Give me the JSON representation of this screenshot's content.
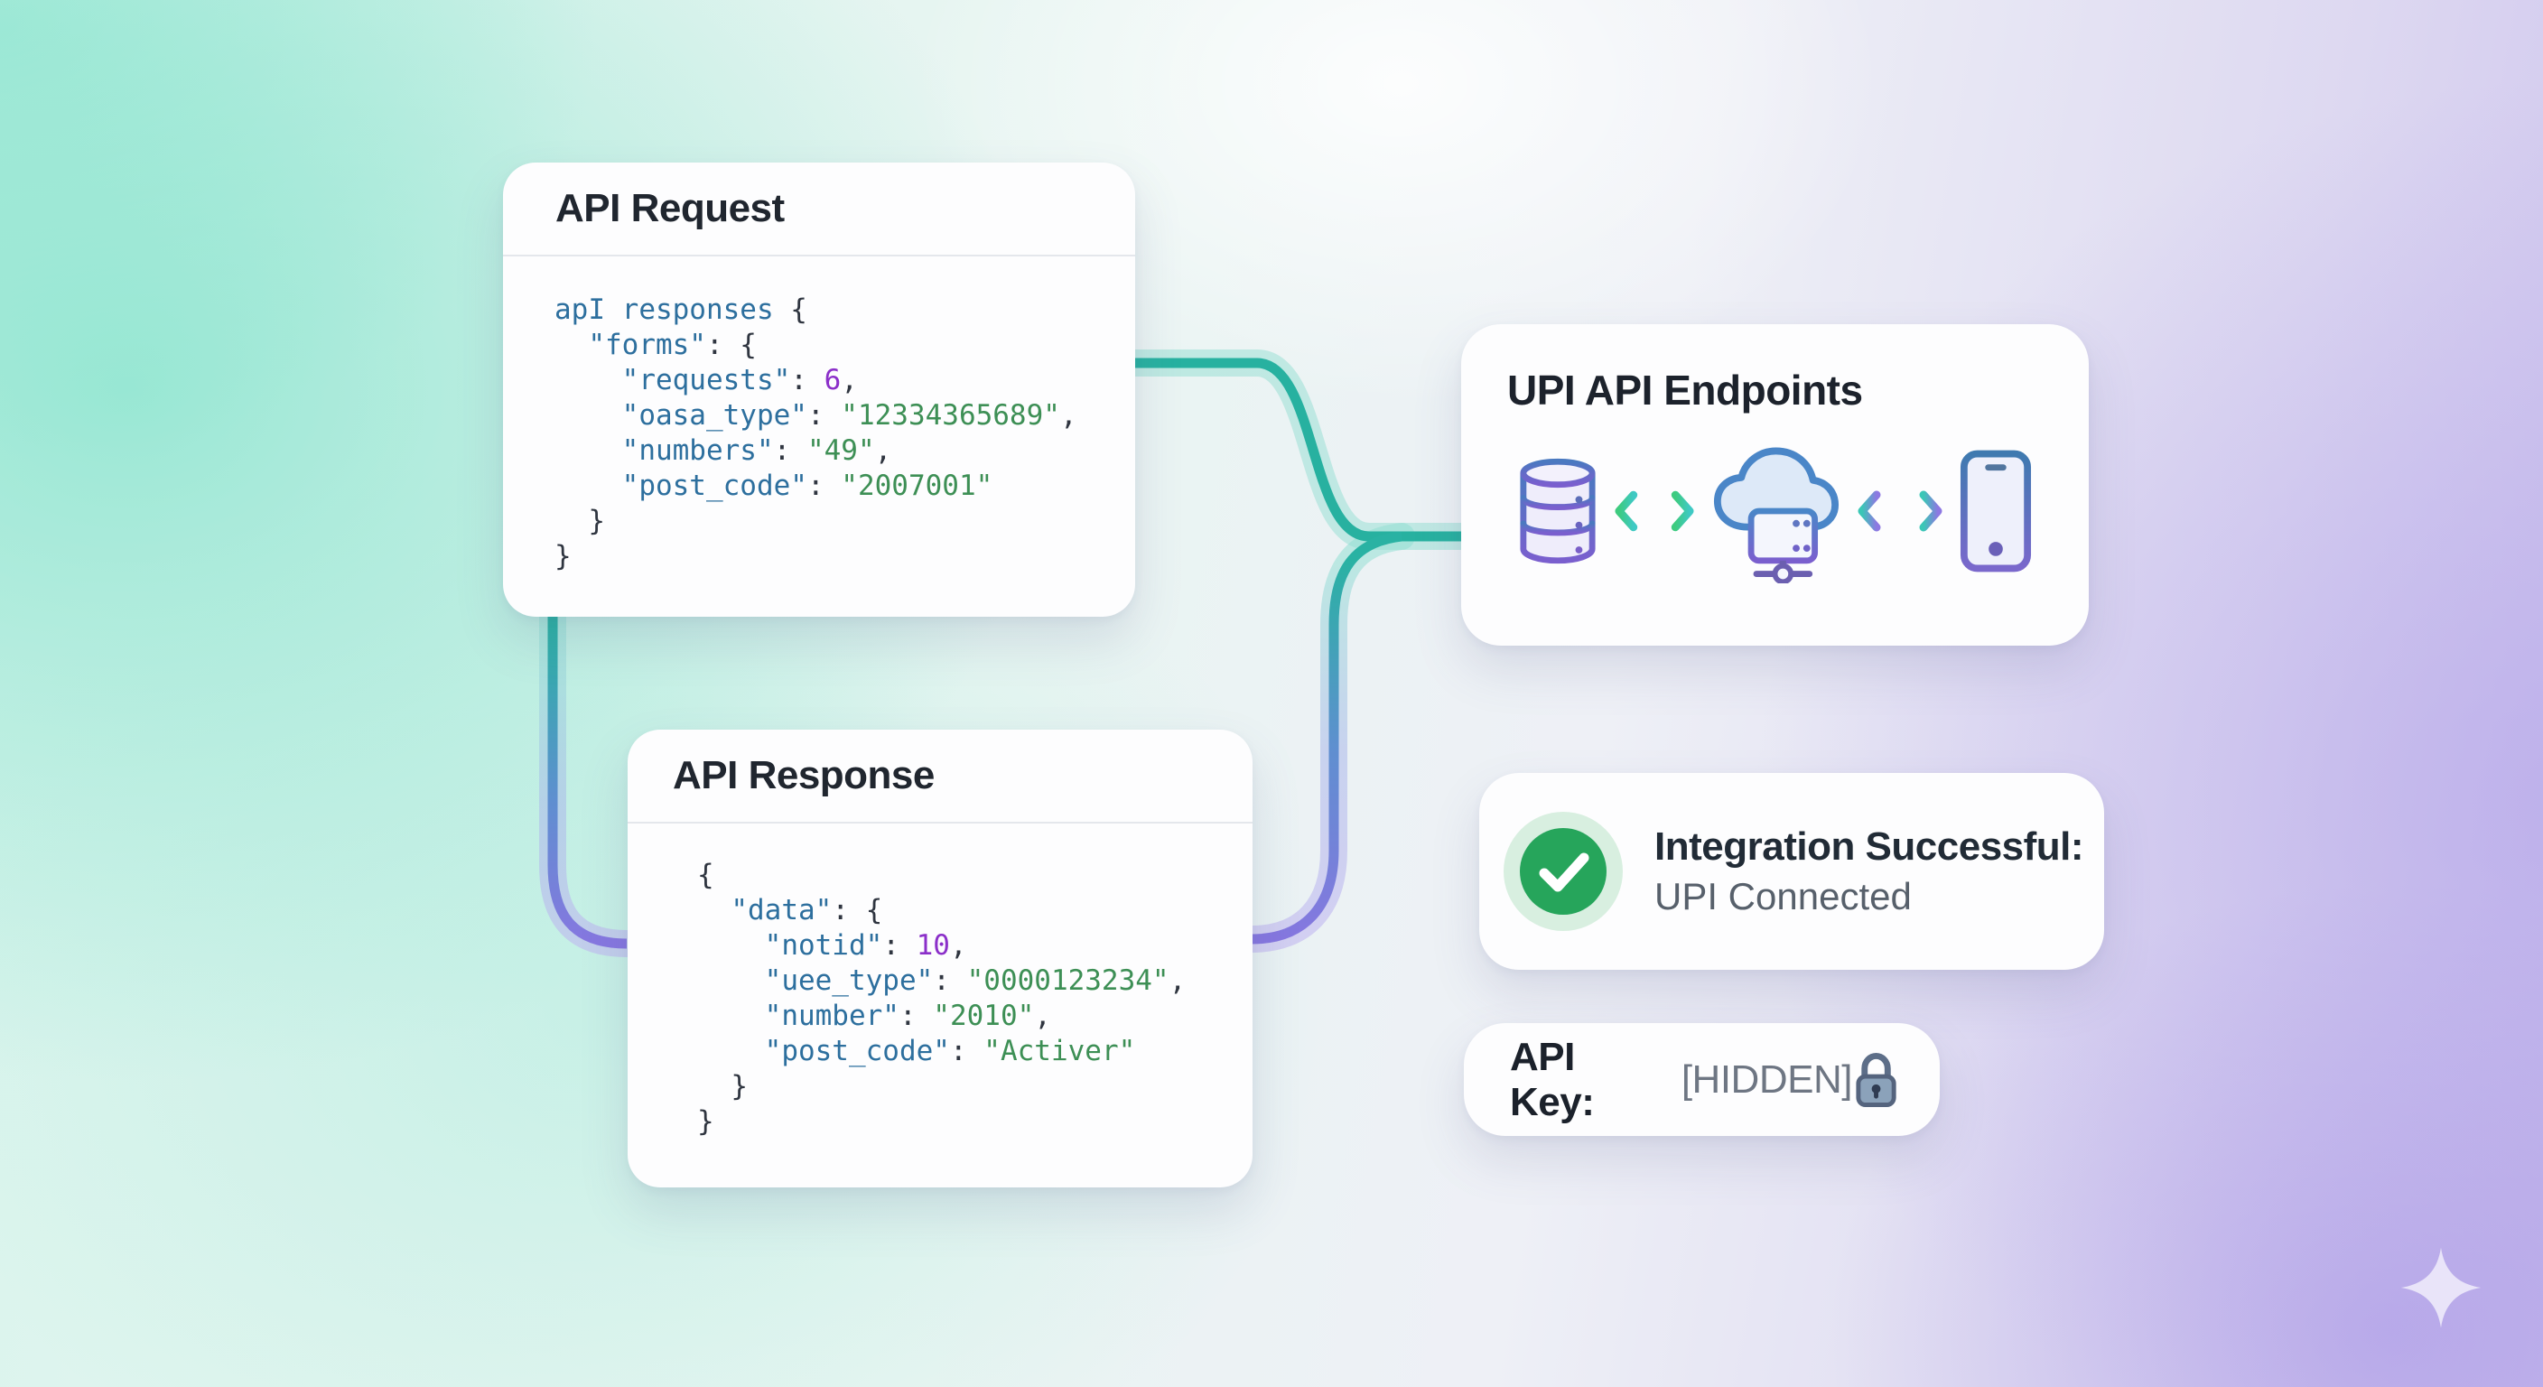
{
  "cards": {
    "api_request": {
      "title": "API Request",
      "code": [
        [
          [
            "k",
            "apI responses"
          ],
          [
            "p",
            " {"
          ]
        ],
        [
          [
            "p",
            "  "
          ],
          [
            "k",
            "\"forms\""
          ],
          [
            "p",
            ": {"
          ]
        ],
        [
          [
            "p",
            "    "
          ],
          [
            "k",
            "\"requests\""
          ],
          [
            "p",
            ": "
          ],
          [
            "n",
            "6"
          ],
          [
            "p",
            ","
          ]
        ],
        [
          [
            "p",
            "    "
          ],
          [
            "k",
            "\"oasa_type\""
          ],
          [
            "p",
            ": "
          ],
          [
            "s",
            "\"12334365689\""
          ],
          [
            "p",
            ","
          ]
        ],
        [
          [
            "p",
            "    "
          ],
          [
            "k",
            "\"numbers\""
          ],
          [
            "p",
            ": "
          ],
          [
            "s",
            "\"49\""
          ],
          [
            "p",
            ","
          ]
        ],
        [
          [
            "p",
            "    "
          ],
          [
            "k",
            "\"post_code\""
          ],
          [
            "p",
            ": "
          ],
          [
            "s",
            "\"2007001\""
          ]
        ],
        [
          [
            "p",
            "  }"
          ]
        ],
        [
          [
            "p",
            "}"
          ]
        ]
      ]
    },
    "api_response": {
      "title": "API Response",
      "code": [
        [
          [
            "p",
            "{"
          ]
        ],
        [
          [
            "p",
            "  "
          ],
          [
            "k",
            "\"data\""
          ],
          [
            "p",
            ": {"
          ]
        ],
        [
          [
            "p",
            "    "
          ],
          [
            "k",
            "\"notid\""
          ],
          [
            "p",
            ": "
          ],
          [
            "n",
            "10"
          ],
          [
            "p",
            ","
          ]
        ],
        [
          [
            "p",
            "    "
          ],
          [
            "k",
            "\"uee_type\""
          ],
          [
            "p",
            ": "
          ],
          [
            "s",
            "\"0000123234\""
          ],
          [
            "p",
            ","
          ]
        ],
        [
          [
            "p",
            "    "
          ],
          [
            "k",
            "\"number\""
          ],
          [
            "p",
            ": "
          ],
          [
            "s",
            "\"2010\""
          ],
          [
            "p",
            ","
          ]
        ],
        [
          [
            "p",
            "    "
          ],
          [
            "k",
            "\"post_code\""
          ],
          [
            "p",
            ": "
          ],
          [
            "s",
            "\"Activer\""
          ]
        ],
        [
          [
            "p",
            "  }"
          ]
        ],
        [
          [
            "p",
            "}"
          ]
        ]
      ]
    },
    "upi_endpoints": {
      "title": "UPI API Endpoints",
      "icons": [
        "database-icon",
        "bidirectional-arrow-icon",
        "cloud-server-icon",
        "bidirectional-arrow-icon",
        "smartphone-icon"
      ]
    },
    "integration_status": {
      "icon": "check-circle-icon",
      "title": "Integration Successful:",
      "subtitle": "UPI Connected"
    },
    "api_key": {
      "label": "API Key:",
      "value": "[HIDDEN]",
      "icon": "lock-icon"
    }
  },
  "decor": {
    "sparkle": "sparkle-icon"
  },
  "colors": {
    "code_key": "#2d6f9e",
    "code_string": "#3d8f55",
    "code_number": "#8b2fc9",
    "code_plain": "#2f3540",
    "connector_teal": "#29b2a3",
    "connector_purple": "#8677e0",
    "success_green": "#26a55b",
    "background_mint": "#aeeadd",
    "background_lavender": "#cdc3ed"
  }
}
